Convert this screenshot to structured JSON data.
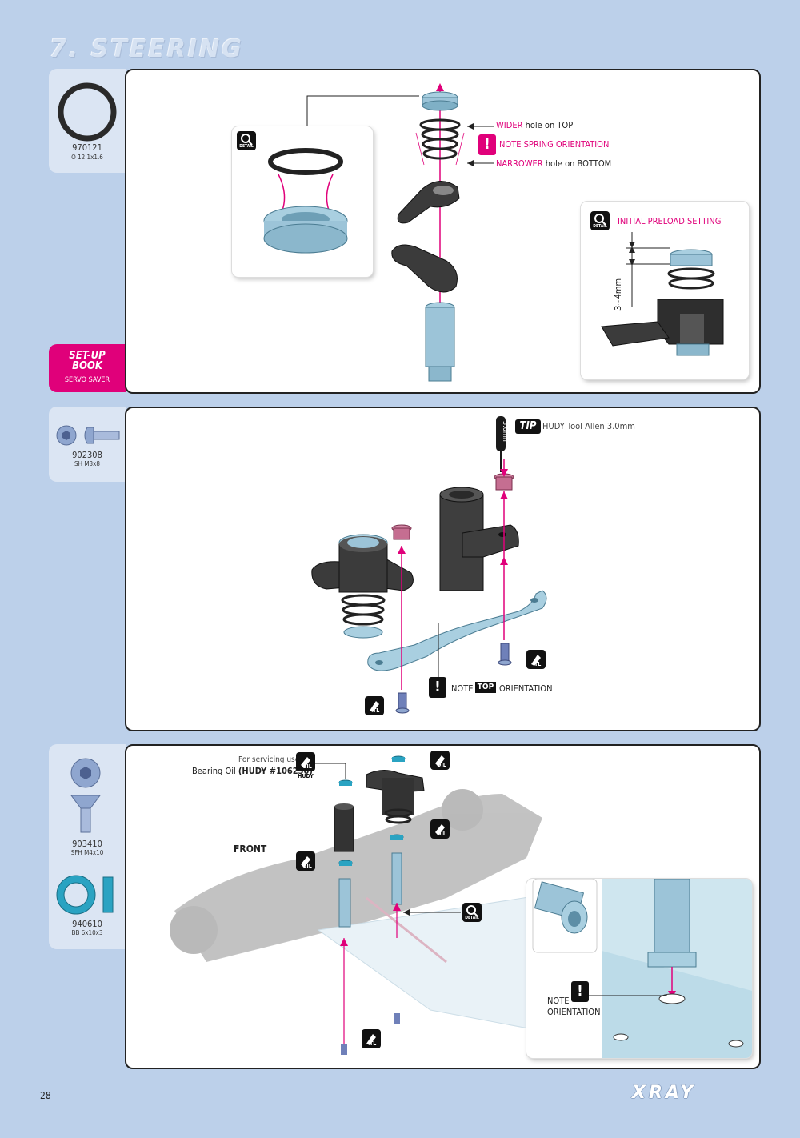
{
  "page": {
    "title": "7. STEERING",
    "number": "28",
    "brand": "XRAY"
  },
  "colors": {
    "background": "#bcd0ea",
    "accent": "#e0007a",
    "part_blue": "#9cc4d8",
    "part_dark": "#3a3a3a"
  },
  "step1": {
    "part": {
      "code": "970121",
      "size": "O 12.1x1.6"
    },
    "setup_book": {
      "line1": "SET-UP",
      "line2": "BOOK",
      "line3": "SERVO SAVER"
    },
    "detail_icon": "DETAIL",
    "spring": {
      "wider_key": "WIDER",
      "wider_rest": "hole on TOP",
      "note": "NOTE SPRING ORIENTATION",
      "narrower_key": "NARROWER",
      "narrower_rest": "hole on BOTTOM"
    },
    "preload": {
      "title": "INITIAL PRELOAD SETTING",
      "dimension": "3~4mm"
    }
  },
  "step2": {
    "part": {
      "code": "902308",
      "size": "SH M3x8"
    },
    "tip": {
      "badge": "TIP",
      "text": "HUDY Tool Allen 3.0mm",
      "tool_label": "3.0mm"
    },
    "note": {
      "pre": "NOTE",
      "top_badge": "TOP",
      "post": "ORIENTATION"
    },
    "tl_icon": "TL"
  },
  "step3": {
    "parts": [
      {
        "code": "903410",
        "size": "SFH M4x10"
      },
      {
        "code": "940610",
        "size": "BB 6x10x3"
      }
    ],
    "oil": {
      "line1": "For servicing use",
      "line2_pre": "Bearing Oil",
      "line2_bold": "(HUDY #106230)",
      "oil_badge": "OIL",
      "hudy_badge": "HUDY"
    },
    "front_label": "FRONT",
    "note": {
      "line1": "NOTE",
      "line2": "ORIENTATION"
    },
    "tl_icon": "TL",
    "detail_icon": "DETAIL"
  }
}
